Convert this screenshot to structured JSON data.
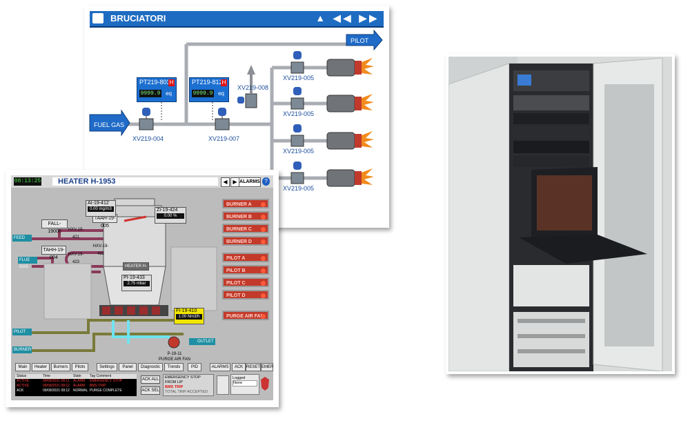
{
  "bruciatori": {
    "title": "BRUCIATORI",
    "nav": "▲ ◀◀ ▶▶",
    "fuel_gas": "FUEL GAS",
    "pilot": "PILOT",
    "valves": [
      "XV219-004",
      "XV219-007",
      "XV219-008",
      "XV219-005",
      "XV219-005",
      "XV219-005",
      "XV219-005"
    ],
    "transmitters": [
      {
        "label": "PT219-803",
        "value": "9999.9",
        "unit": "eq",
        "alarm": "H"
      },
      {
        "label": "PT219-812",
        "value": "9999.9",
        "unit": "eq",
        "alarm": "H"
      }
    ]
  },
  "heater": {
    "clock": "08:13:25",
    "title": "HEATER H-1953",
    "alarms_button": "ALARMS",
    "help": "?",
    "burners": [
      "BURNER A",
      "BURNER B",
      "BURNER C",
      "BURNER D"
    ],
    "pilots": [
      "PILOT A",
      "PILOT B",
      "PILOT C",
      "PILOT D"
    ],
    "purge_fan_button": "PURGE AIR FAN",
    "instruments": [
      {
        "label": "AI-19-412",
        "value": "0.00 mg/m3"
      },
      {
        "label": "ZI-19-424",
        "value": "0.00 %"
      },
      {
        "label": "PI-19-433",
        "value": "2.75 mbar"
      },
      {
        "label": "FI-19-410",
        "value": "1.00 Nm3/h"
      }
    ],
    "tags": {
      "fall": "FALL-19006",
      "taah": "TAAH-19-005",
      "tahh": "TAHH-19-004",
      "hxv1": "HXV-19-421",
      "hxv2": "HXV-19-422",
      "hxv3": "HXV-19-423",
      "heater_body": "HEATER H-1953",
      "fan": "P-19-11",
      "fan_label": "PURGE AIR FAN"
    },
    "streams": [
      "FEED",
      "FLUE GAS",
      "PILOT",
      "BURNER",
      "OUTLET"
    ],
    "tabs": [
      "Main",
      "Heater",
      "Burners",
      "Pilots",
      "Settings",
      "Panel",
      "Diagnostic",
      "Trends",
      "PID",
      "ALARMS",
      "ACK",
      "RESET",
      "EMER"
    ],
    "alarm_table": {
      "headers": [
        "Status",
        "Time",
        "State",
        "Tag Comment"
      ],
      "rows": [
        [
          "ACTIVE",
          "09/09/2021 08:11",
          "ALARM",
          "EMERGENCY STOP"
        ],
        [
          "ACTIVE",
          "09/09/2021 08:12",
          "ALARM",
          "BMS TRIP"
        ],
        [
          "ACK",
          "09/09/2021 08:12",
          "NORMAL",
          "PURGE COMPLETE"
        ]
      ]
    },
    "ack_all": "ACK ALL",
    "ack_sel": "ACK SEL",
    "message": {
      "line1": "EMERGENCY STOP FROM LIP",
      "line2": "BMS TRIP",
      "line3": "TOTAL TRIP ACCEPTED"
    },
    "login": {
      "label": "Logged",
      "user": "None"
    }
  }
}
